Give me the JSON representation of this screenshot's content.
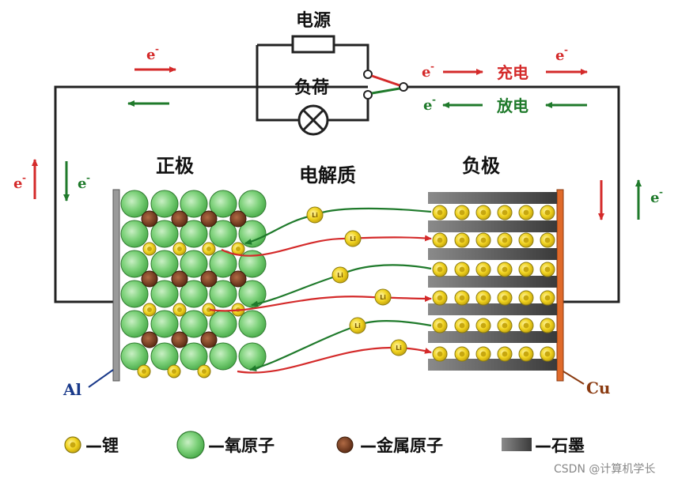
{
  "labels": {
    "power": "电源",
    "load": "负荷",
    "charge": "充电",
    "discharge": "放电",
    "positive": "正极",
    "electrolyte": "电解质",
    "negative": "负极",
    "electron": "e",
    "electron_sup": "-",
    "al": "Al",
    "cu": "Cu",
    "li_ion": "Li"
  },
  "legend": {
    "lithium": "—锂",
    "oxygen": "—氧原子",
    "metal": "—金属原子",
    "graphite": "—石墨"
  },
  "watermark": "CSDN @计算机学长",
  "colors": {
    "charge": "#d42a2a",
    "discharge": "#1f7a2b",
    "lithium": "#f1d424",
    "oxygen": "#7cd17a",
    "metal": "#8a4a2a",
    "graphite": "#555555",
    "cu": "#e06a2a",
    "al": "#9a9a9a"
  }
}
